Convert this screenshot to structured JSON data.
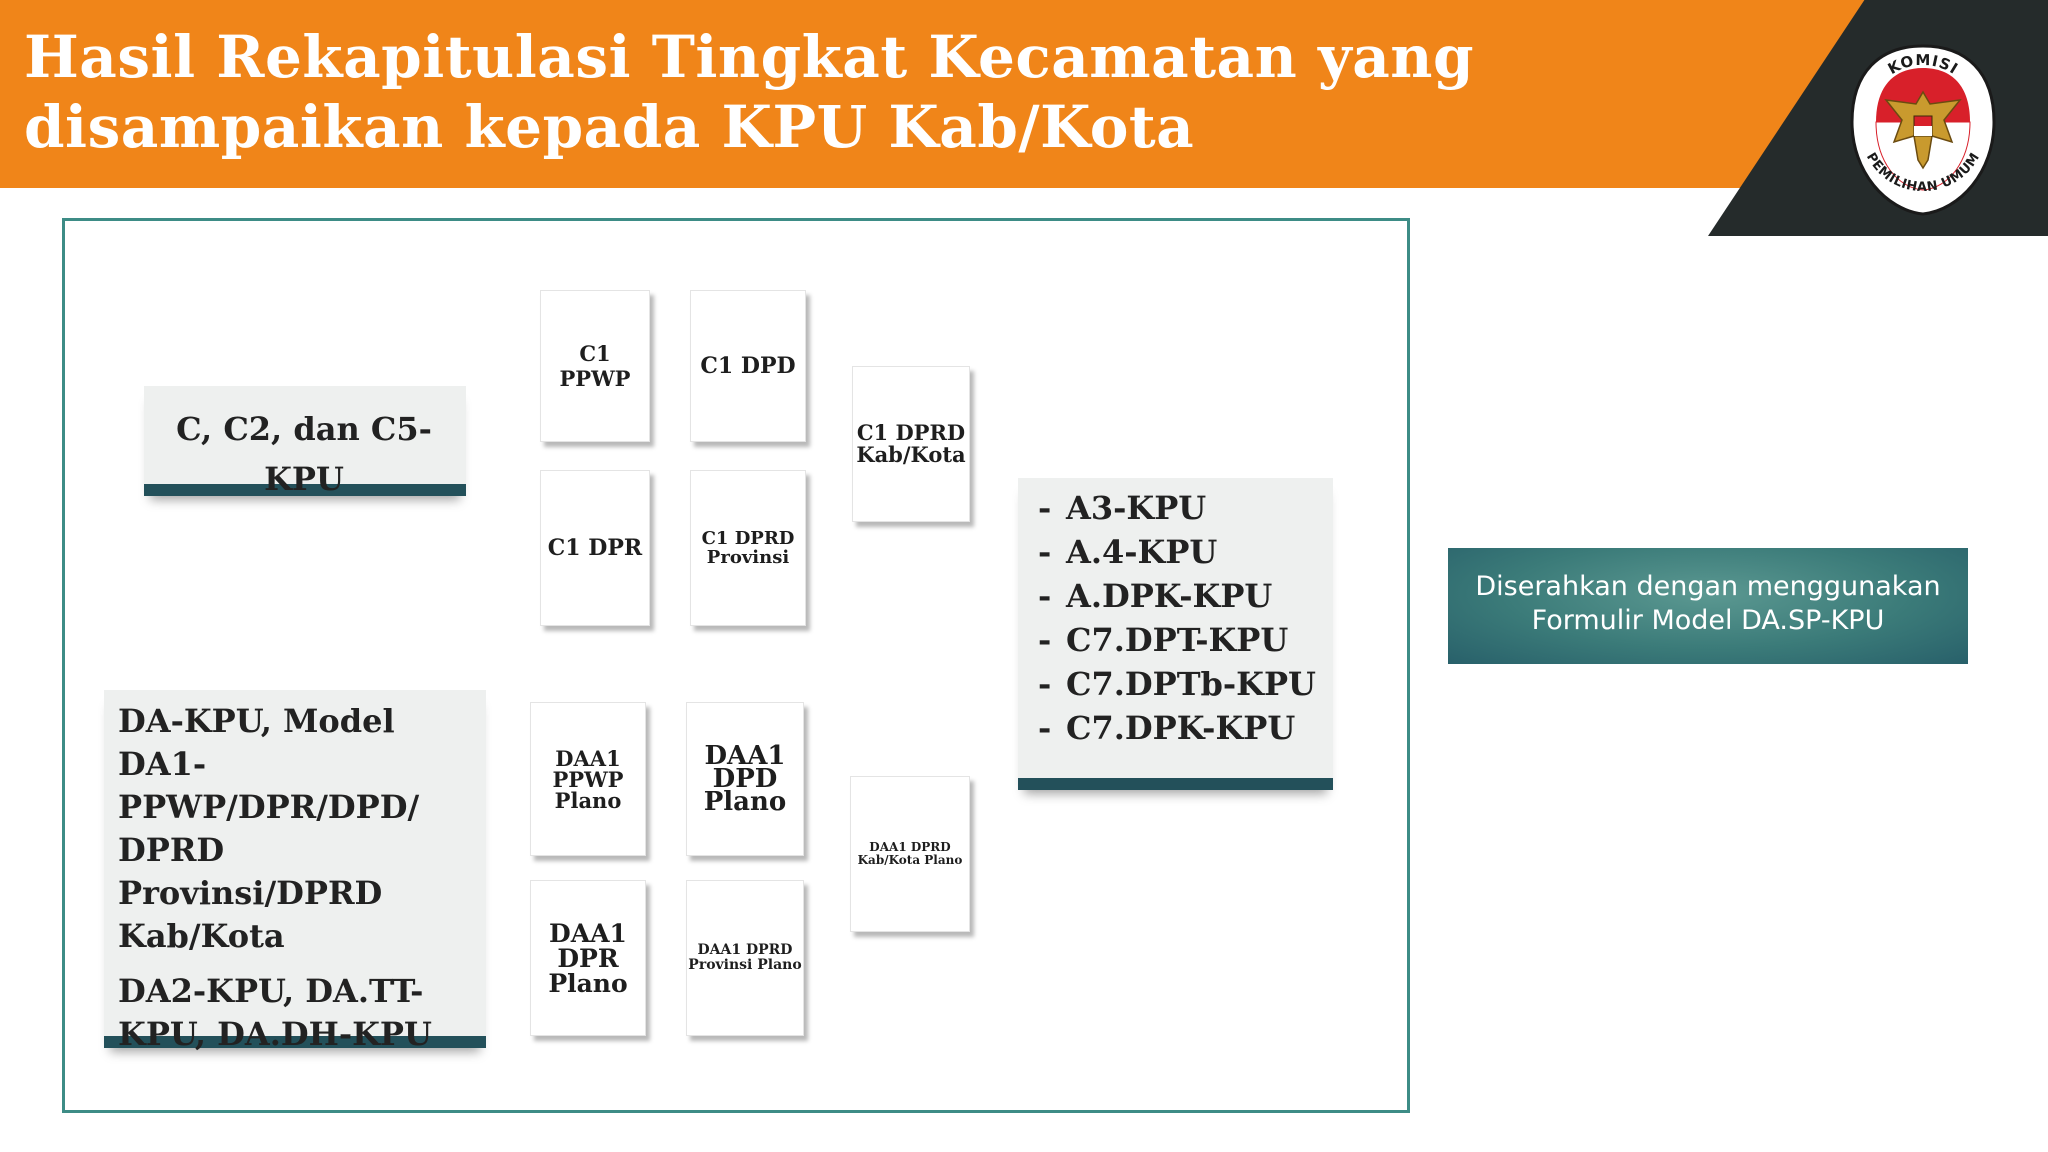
{
  "header": {
    "title": "Hasil Rekapitulasi Tingkat Kecamatan yang disampaikan kepada KPU Kab/Kota"
  },
  "logo": {
    "top_text": "KOMISI",
    "bottom_text": "PEMILIHAN UMUM"
  },
  "left_boxes": {
    "c_forms": "C, C2, dan C5-KPU",
    "da_forms_1": "DA-KPU, Model DA1-PPWP/DPR/DPD/ DPRD Provinsi/DPRD Kab/Kota",
    "da_forms_2": "DA2-KPU, DA.TT-KPU, DA.DH-KPU"
  },
  "papers": {
    "c1_ppwp": "C1 PPWP",
    "c1_dpd": "C1 DPD",
    "c1_dpr": "C1 DPR",
    "c1_dprd_provinsi": "C1 DPRD\nProvinsi",
    "c1_dprd_kabkota": "C1 DPRD\nKab/Kota",
    "daa1_ppwp_plano": "DAA1\nPPWP\nPlano",
    "daa1_dpd_plano": "DAA1\nDPD\nPlano",
    "daa1_dpr_plano": "DAA1\nDPR\nPlano",
    "daa1_dprd_provinsi_plano": "DAA1 DPRD\nProvinsi Plano",
    "daa1_dprd_kabkota_plano": "DAA1 DPRD\nKab/Kota Plano"
  },
  "forms_list": {
    "dash": "-",
    "items": [
      "A3-KPU",
      "A.4-KPU",
      "A.DPK-KPU",
      "C7.DPT-KPU",
      "C7.DPTb-KPU",
      "C7.DPK-KPU"
    ]
  },
  "submission_note": "Diserahkan dengan menggunakan Formulir Model DA.SP-KPU",
  "colors": {
    "header_orange": "#f08519",
    "header_dark": "#252b2b",
    "panel_border": "#3d8c86",
    "box_bar": "#23505a",
    "teal_note": "#3b7b79"
  }
}
